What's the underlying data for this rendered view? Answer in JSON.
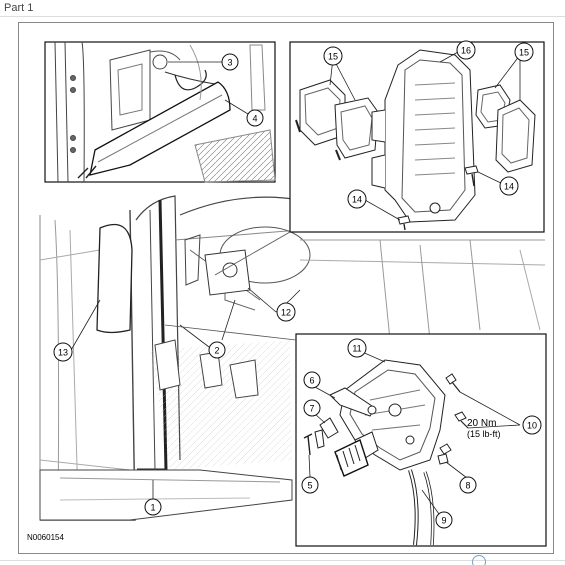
{
  "header": {
    "part_label": "Part 1"
  },
  "figure_id": "N0060154",
  "callouts": {
    "c1": "1",
    "c2": "2",
    "c3": "3",
    "c4": "4",
    "c5": "5",
    "c6": "6",
    "c7": "7",
    "c8": "8",
    "c9": "9",
    "c10": "10",
    "c11": "11",
    "c12": "12",
    "c13": "13",
    "c14a": "14",
    "c14b": "14",
    "c15a": "15",
    "c15b": "15",
    "c16": "16"
  },
  "torque": {
    "nm": "20 Nm",
    "lbft": "(15 lb-ft)"
  }
}
